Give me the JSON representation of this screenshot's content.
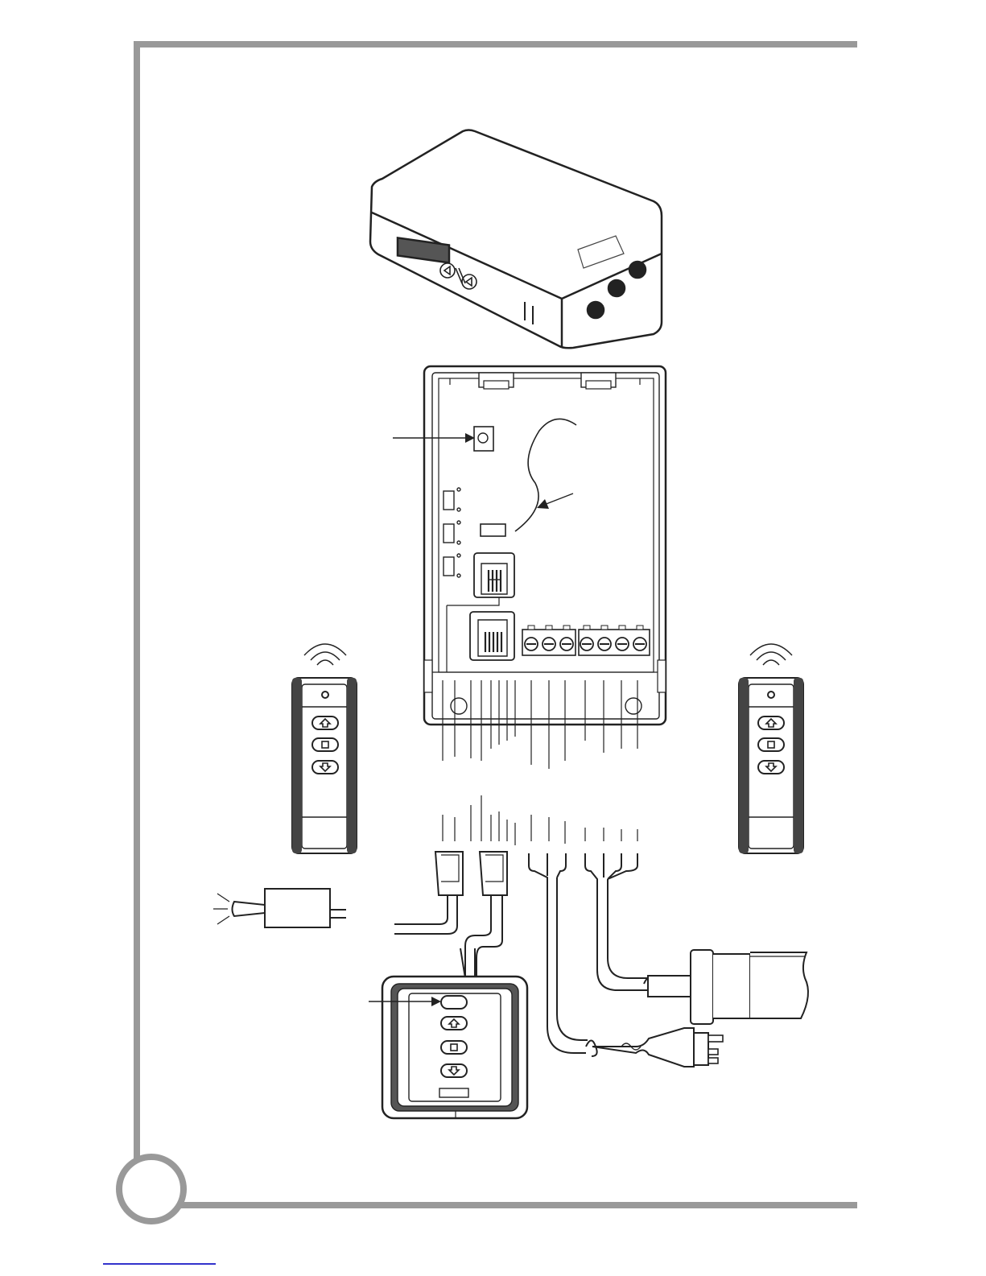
{
  "colors": {
    "frame": "#999999",
    "ink": "#222222",
    "fill_dark": "#555555",
    "fill_light": "#f0f0f0",
    "footer_link": "#3333cc"
  },
  "components": {
    "receiver_closed": "receiver-unit",
    "receiver_open": "receiver-board",
    "handheld_remote_left": "remote-transmitter",
    "handheld_remote_right": "remote-transmitter",
    "wall_switch": "wall-keypad",
    "power_adapter": "low-voltage-adapter",
    "motor_tube": "tubular-motor",
    "ac_plug": "power-plug"
  },
  "icons": {
    "up": "arrow-up-icon",
    "stop": "stop-square-icon",
    "down": "arrow-down-icon",
    "signal": "wireless-signal-icon"
  }
}
